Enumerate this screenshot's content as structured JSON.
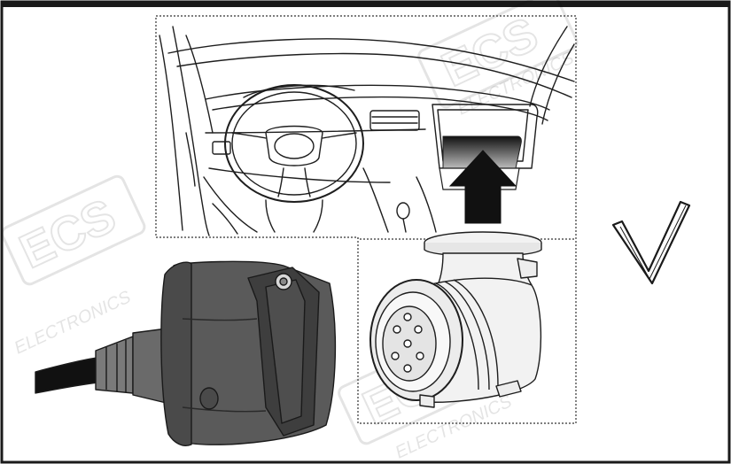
{
  "watermark": {
    "brand": "ECS",
    "word": "ELECTRONICS",
    "opacity": 0.1
  },
  "colors": {
    "background": "#ffffff",
    "frame_border": "#1a1a1a",
    "line_art": "#1e1e1e",
    "socket_body": "#5a5a5a",
    "socket_dark": "#3a3a3a",
    "cable": "#111111",
    "arrow": "#111111",
    "connector_fill": "#f2f2f2",
    "check_fill": "#ffffff"
  },
  "icons": {
    "check": "checkmark-icon",
    "arrow": "up-arrow-icon"
  }
}
